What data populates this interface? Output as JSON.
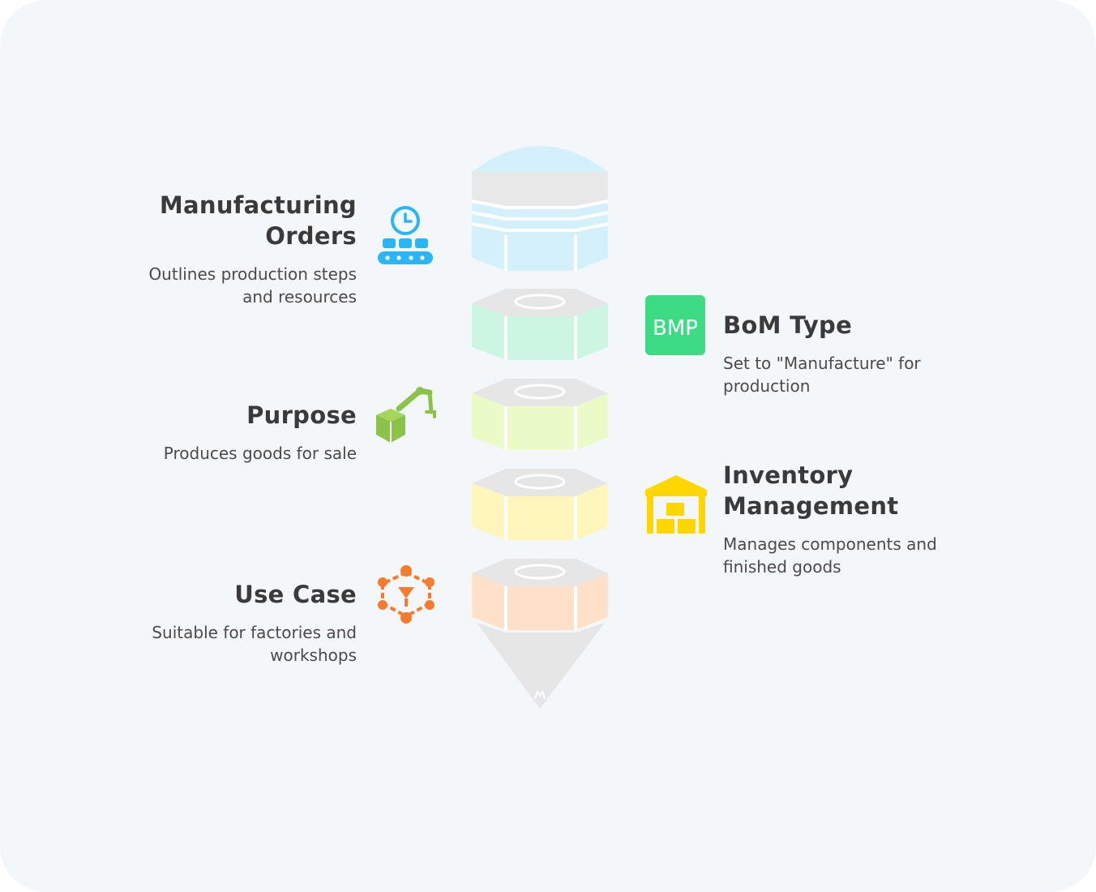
{
  "items": {
    "manufacturing_orders": {
      "title_line1": "Manufacturing",
      "title_line2": "Orders",
      "desc_line1": "Outlines production steps",
      "desc_line2": "and resources",
      "icon": "conveyor-clock-icon",
      "color": "#29b6f6"
    },
    "bom_type": {
      "title": "BoM Type",
      "desc_line1": "Set to \"Manufacture\" for",
      "desc_line2": "production",
      "icon": "bmp-badge-icon",
      "icon_text": "BMP",
      "color": "#3ddc84"
    },
    "purpose": {
      "title": "Purpose",
      "desc": "Produces goods for sale",
      "icon": "robot-arm-icon",
      "color": "#8bc34a"
    },
    "inventory_management": {
      "title_line1": "Inventory",
      "title_line2": "Management",
      "desc_line1": "Manages components and",
      "desc_line2": "finished goods",
      "icon": "warehouse-icon",
      "color": "#ffd600"
    },
    "use_case": {
      "title": "Use Case",
      "desc_line1": "Suitable for factories and",
      "desc_line2": "workshops",
      "icon": "network-nodes-icon",
      "color": "#f57c2e"
    }
  },
  "stack_colors": {
    "top": "#d4f1fb",
    "tier2": "#ccf6e2",
    "tier3": "#eafbc8",
    "tier4": "#fff6bb",
    "tier5": "#ffe0c9",
    "cone": "#e6e6e6",
    "cap": "#e9e9e9"
  }
}
